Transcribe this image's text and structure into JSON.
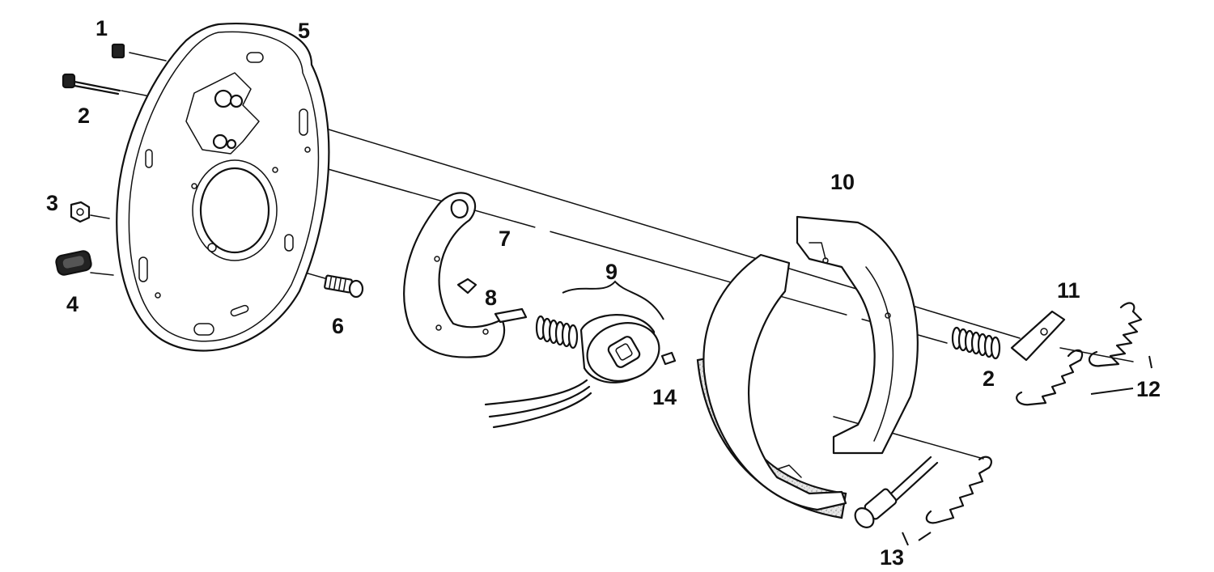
{
  "callouts": {
    "c1": "1",
    "c2a": "2",
    "c2b": "2",
    "c3": "3",
    "c4": "4",
    "c5": "5",
    "c6": "6",
    "c7": "7",
    "c8": "8",
    "c9": "9",
    "c10": "10",
    "c11": "11",
    "c12": "12",
    "c13": "13",
    "c14": "14"
  },
  "colors": {
    "line": "#111111",
    "background": "#ffffff",
    "lining": "#d9d9d9"
  }
}
